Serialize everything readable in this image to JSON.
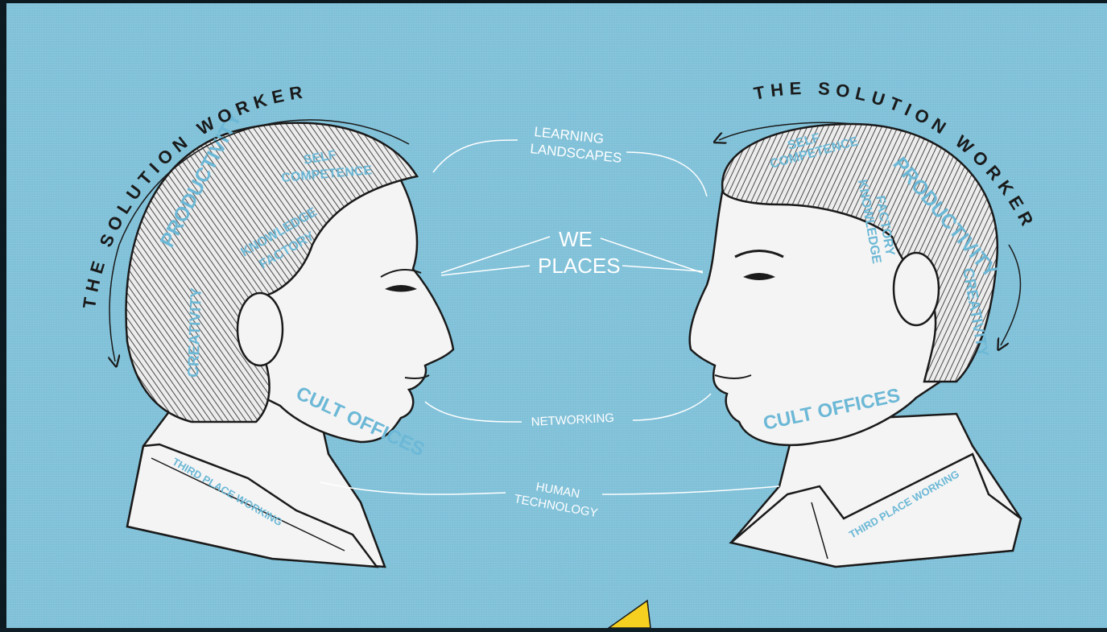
{
  "left_head": {
    "arc_title": "THE SOLUTION WORKER",
    "labels": {
      "productivity": "PRODUCTIVITY",
      "self": "SELF",
      "competence": "COMPETENCE",
      "knowledge": "KNOWLEDGE",
      "factory": "FACTORY",
      "creativity": "CREATIVITY",
      "cult_offices": "CULT OFFICES",
      "third_place": "THIRD PLACE WORKING"
    }
  },
  "right_head": {
    "arc_title": "THE SOLUTION WORKER",
    "labels": {
      "self": "SELF",
      "competence": "COMPETENCE",
      "productivity": "PRODUCTIVITY",
      "knowledge": "KNOWLEDGE",
      "factory": "FACTORY",
      "creativity": "CREATIVITY",
      "cult_offices": "CULT OFFICES",
      "third_place": "THIRD PLACE WORKING"
    }
  },
  "connectors": {
    "learning_1": "LEARNING",
    "learning_2": "LANDSCAPES",
    "we_1": "WE",
    "we_2": "PLACES",
    "networking": "NETWORKING",
    "human_1": "HUMAN",
    "human_2": "TECHNOLOGY"
  },
  "colors": {
    "background": "#7ec0d8",
    "label_blue": "#6cb8d6",
    "ink": "#1a1a1a",
    "skin": "#f4f4f4",
    "cursor": "#f5d020"
  },
  "icons": {
    "cursor": "pointer-cursor-icon"
  }
}
